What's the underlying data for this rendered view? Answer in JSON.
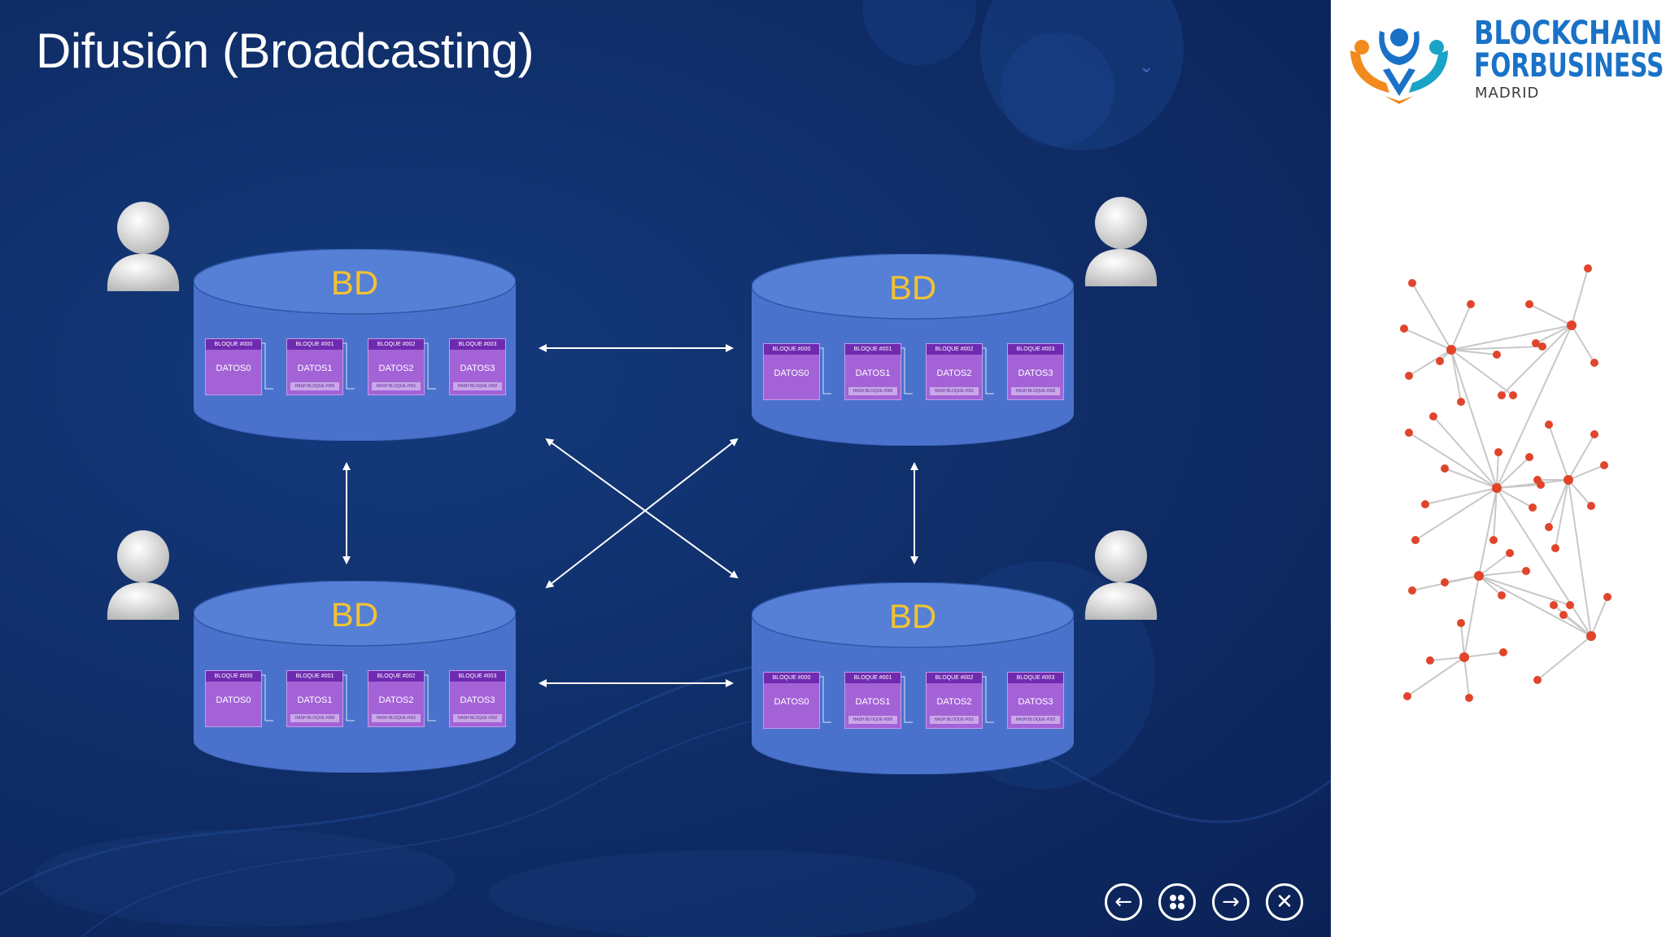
{
  "slide": {
    "title": "Difusión (Broadcasting)",
    "databases": [
      {
        "label": "BD",
        "blocks": [
          {
            "header": "BLOQUE #000",
            "data": "DATOS0",
            "hash": ""
          },
          {
            "header": "BLOQUE #001",
            "data": "DATOS1",
            "hash": "HASH BLOQUE #000"
          },
          {
            "header": "BLOQUE #002",
            "data": "DATOS2",
            "hash": "HASH BLOQUE #001"
          },
          {
            "header": "BLOQUE #003",
            "data": "DATOS3",
            "hash": "HASH BLOQUE #002"
          }
        ]
      },
      {
        "label": "BD",
        "blocks": [
          {
            "header": "BLOQUE #000",
            "data": "DATOS0",
            "hash": ""
          },
          {
            "header": "BLOQUE #001",
            "data": "DATOS1",
            "hash": "HASH BLOQUE #000"
          },
          {
            "header": "BLOQUE #002",
            "data": "DATOS2",
            "hash": "HASH BLOQUE #001"
          },
          {
            "header": "BLOQUE #003",
            "data": "DATOS3",
            "hash": "HASH BLOQUE #002"
          }
        ]
      },
      {
        "label": "BD",
        "blocks": [
          {
            "header": "BLOQUE #000",
            "data": "DATOS0",
            "hash": ""
          },
          {
            "header": "BLOQUE #001",
            "data": "DATOS1",
            "hash": "HASH BLOQUE #000"
          },
          {
            "header": "BLOQUE #002",
            "data": "DATOS2",
            "hash": "HASH BLOQUE #001"
          },
          {
            "header": "BLOQUE #003",
            "data": "DATOS3",
            "hash": "HASH BLOQUE #002"
          }
        ]
      },
      {
        "label": "BD",
        "blocks": [
          {
            "header": "BLOQUE #000",
            "data": "DATOS0",
            "hash": ""
          },
          {
            "header": "BLOQUE #001",
            "data": "DATOS1",
            "hash": "HASH BLOQUE #000"
          },
          {
            "header": "BLOQUE #002",
            "data": "DATOS2",
            "hash": "HASH BLOQUE #001"
          },
          {
            "header": "BLOQUE #003",
            "data": "DATOS3",
            "hash": "HASH BLOQUE #002"
          }
        ]
      }
    ]
  },
  "logo": {
    "line1": "BLOCKCHAIN",
    "line2": "FORBUSINESS",
    "subtitle": "MADRID"
  },
  "navigation": {
    "prev": "previous-arrow-icon",
    "overview": "grid-icon",
    "next": "next-arrow-icon",
    "close": "close-icon"
  },
  "colors": {
    "background": "#0f2c66",
    "cylinder": "#4a72cc",
    "label": "#f3c233",
    "block": "#a363d6",
    "block_header": "#6f2bb0",
    "node": "#e0452c",
    "logo_blue": "#1a72c7",
    "logo_orange": "#f28a1e"
  }
}
